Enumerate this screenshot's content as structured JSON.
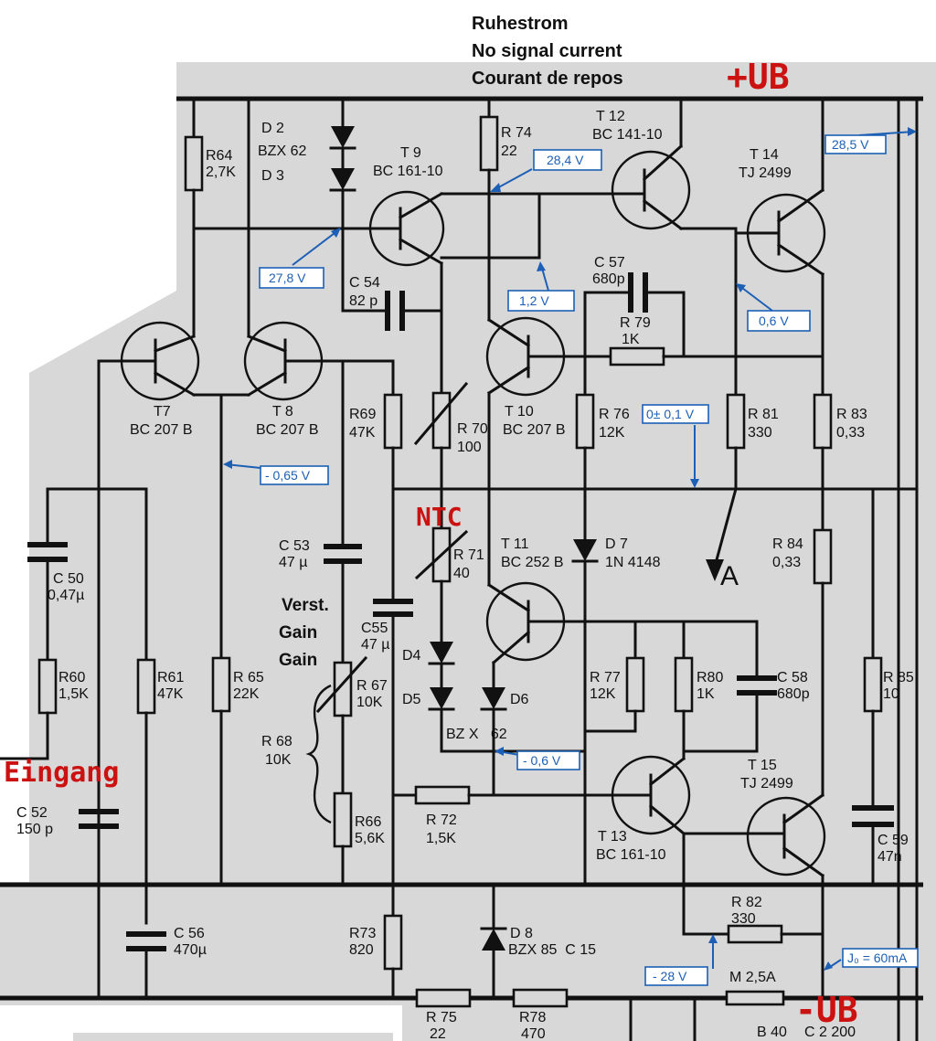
{
  "header": {
    "line1": "Ruhestrom",
    "line2": "No signal current",
    "line3": "Courant de repos"
  },
  "rails": {
    "pos": "+UB",
    "neg": "-UB",
    "input": "Eingang"
  },
  "ntc": "NTC",
  "gain": {
    "line1": "Verst.",
    "line2": "Gain",
    "line3": "Gain"
  },
  "node_a": "A",
  "colors": {
    "paper": "#d8d8d8",
    "annotation": "#1c5fb5",
    "rail_label": "#cc1111"
  },
  "transistors": [
    {
      "ref": "T 9",
      "type": "BC 161-10"
    },
    {
      "ref": "T 12",
      "type": "BC 141-10"
    },
    {
      "ref": "T 14",
      "type": "TJ 2499"
    },
    {
      "ref": "T7",
      "type": "BC 207 B"
    },
    {
      "ref": "T 8",
      "type": "BC 207 B"
    },
    {
      "ref": "T 10",
      "type": "BC 207 B"
    },
    {
      "ref": "T 11",
      "type": "BC 252 B"
    },
    {
      "ref": "T 13",
      "type": "BC 161-10"
    },
    {
      "ref": "T 15",
      "type": "TJ 2499"
    }
  ],
  "resistors": [
    {
      "ref": "R64",
      "value": "2,7K"
    },
    {
      "ref": "R 74",
      "value": "22"
    },
    {
      "ref": "R69",
      "value": "47K"
    },
    {
      "ref": "R 70",
      "value": "100"
    },
    {
      "ref": "R 76",
      "value": "12K"
    },
    {
      "ref": "R 79",
      "value": "1K"
    },
    {
      "ref": "R 81",
      "value": "330"
    },
    {
      "ref": "R 83",
      "value": "0,33"
    },
    {
      "ref": "R 84",
      "value": "0,33"
    },
    {
      "ref": "R 71",
      "value": "40"
    },
    {
      "ref": "R60",
      "value": "1,5K"
    },
    {
      "ref": "R61",
      "value": "47K"
    },
    {
      "ref": "R 65",
      "value": "22K"
    },
    {
      "ref": "R 67",
      "value": "10K"
    },
    {
      "ref": "R 68",
      "value": "10K"
    },
    {
      "ref": "R66",
      "value": "5,6K"
    },
    {
      "ref": "R 72",
      "value": "1,5K"
    },
    {
      "ref": "R 77",
      "value": "12K"
    },
    {
      "ref": "R80",
      "value": "1K"
    },
    {
      "ref": "R 85",
      "value": "10"
    },
    {
      "ref": "R 82",
      "value": "330"
    },
    {
      "ref": "R73",
      "value": "820"
    },
    {
      "ref": "R 75",
      "value": "22"
    },
    {
      "ref": "R78",
      "value": "470"
    }
  ],
  "capacitors": [
    {
      "ref": "C 54",
      "value": "82 p"
    },
    {
      "ref": "C 57",
      "value": "680p"
    },
    {
      "ref": "C 53",
      "value": "47 µ"
    },
    {
      "ref": "C55",
      "value": "47 µ"
    },
    {
      "ref": "C 50",
      "value": "0,47µ"
    },
    {
      "ref": "C 52",
      "value": "150 p"
    },
    {
      "ref": "C 58",
      "value": "680p"
    },
    {
      "ref": "C 59",
      "value": "47n"
    },
    {
      "ref": "C 56",
      "value": "470µ"
    }
  ],
  "diodes": {
    "d2": "D 2",
    "d2_type": "BZX 62",
    "d3": "D 3",
    "d7": "D 7",
    "d7_type": "1N 4148",
    "d4": "D4",
    "d5": "D5",
    "d6": "D6",
    "d456_type": "BZ X   62",
    "d8": "D 8",
    "d8_type": "BZX 85  C 15"
  },
  "fuse": {
    "value": "M 2,5A"
  },
  "bottom": {
    "rect": "B 40",
    "cap": "C 2 200"
  },
  "voltages": {
    "v284": "28,4 V",
    "v285": "28,5 V",
    "v278": "27,8 V",
    "v12": "1,2 V",
    "v06": "0,6 V",
    "v065": "- 0,65 V",
    "v0": "0± 0,1 V",
    "vm06": "- 0,6 V",
    "vm28": "- 28 V",
    "iq": "J₀ = 60mA"
  }
}
